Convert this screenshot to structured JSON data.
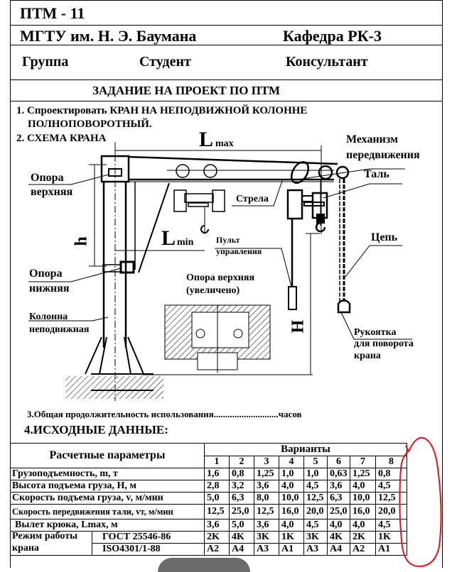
{
  "header": {
    "code": "ПТМ - 11",
    "university": "МГТУ им. Н. Э. Баумана",
    "department": "Кафедра  РК-3",
    "group_label": "Группа",
    "student_label": "Студент",
    "consultant_label": "Консультант",
    "assignment_title": "ЗАДАНИЕ  НА  ПРОЕКТ  ПО  ПТМ"
  },
  "task": {
    "item1_line1": "1. Спроектировать КРАН НА НЕПОДВИЖНОЙ КОЛОННЕ",
    "item1_line2": "ПОЛНОПОВОРОТНЫЙ.",
    "item2": "2.  СХЕМА  КРАНА",
    "item3": "3.Общая продолжительность использования............................часов",
    "item4": "4.ИСХОДНЫЕ ДАННЫЕ:"
  },
  "diagram": {
    "lmax_L": "L",
    "lmax_sub": "max",
    "lmin_L": "L",
    "lmin_sub": "min",
    "h_label": "h",
    "H_label": "H",
    "upper_support_1": "Опора",
    "upper_support_2": "верхняя",
    "lower_support_1": "Опора",
    "lower_support_2": "нижняя",
    "column_1": "Колонна",
    "column_2": "неподвижная",
    "mechanism_1": "Механизм",
    "mechanism_2": "передвижения",
    "hoist": "Таль",
    "boom": "Стрела",
    "chain": "Цепь",
    "pendant_1": "Пульт",
    "pendant_2": "управления",
    "detail_1": "Опора верхняя",
    "detail_2": "(увеличено)",
    "handle_1": "Рукоятка",
    "handle_2": "для поворота",
    "handle_3": "крана"
  },
  "table": {
    "params_header": "Расчетные параметры",
    "variants_header": "Варианты",
    "variants": [
      "1",
      "2",
      "3",
      "4",
      "5",
      "6",
      "7",
      "8"
    ],
    "rows": [
      {
        "label": "Грузоподъемность, m, т",
        "values": [
          "1,6",
          "0,8",
          "1,25",
          "1,0",
          "1,0",
          "0,63",
          "1,25",
          "0,8"
        ]
      },
      {
        "label": "Высота подъема груза, H, м",
        "values": [
          "2,8",
          "3,2",
          "3,6",
          "4,0",
          "4,5",
          "3,6",
          "4,0",
          "4,5"
        ]
      },
      {
        "label": "Скорость подъема груза, v, м/мин",
        "values": [
          "5,0",
          "6,3",
          "8,0",
          "10,0",
          "12,5",
          "6,3",
          "10,0",
          "12,5"
        ]
      },
      {
        "label": "Скорость передвижения тали, vт, м/мин",
        "values": [
          "12,5",
          "25,0",
          "12,5",
          "16,0",
          "20,0",
          "25,0",
          "16,0",
          "20,0"
        ]
      },
      {
        "label": "Вылет крюка, Lmax, м",
        "values": [
          "3,6",
          "5,0",
          "3,6",
          "4,0",
          "4,5",
          "4,0",
          "4,0",
          "4,5"
        ]
      }
    ],
    "mode_label_1": "Режим работы",
    "mode_label_2": "крана",
    "gost_label": "ГОСТ 25546-86",
    "iso_label": "ISO4301/1-88",
    "gost_values": [
      "2K",
      "4K",
      "3K",
      "1K",
      "3K",
      "4K",
      "2K",
      "1K"
    ],
    "iso_values": [
      "A2",
      "A4",
      "A3",
      "A1",
      "A3",
      "A4",
      "A2",
      "A1"
    ]
  },
  "annotation": {
    "highlight_color": "#e8141c",
    "highlighted_variant": "8"
  }
}
